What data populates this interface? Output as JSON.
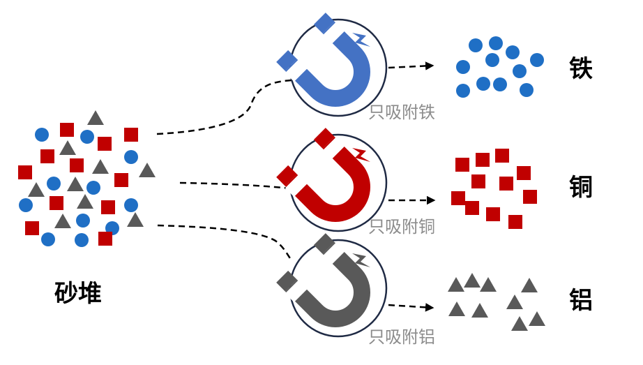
{
  "pile": {
    "label": "砂堆"
  },
  "magnets": [
    {
      "id": "iron",
      "caption": "只吸附铁",
      "output_label": "铁",
      "color": "#4472C4",
      "output_shape": "circle"
    },
    {
      "id": "copper",
      "caption": "只吸附铜",
      "output_label": "铜",
      "color": "#C00000",
      "output_shape": "square"
    },
    {
      "id": "aluminum",
      "caption": "只吸附铝",
      "output_label": "铝",
      "color": "#595959",
      "output_shape": "triangle"
    }
  ],
  "colors": {
    "iron": "#1F6FC5",
    "copper": "#C00000",
    "aluminum": "#595959",
    "ring": "#1F2A44",
    "dash": "#000000"
  },
  "icons": {
    "magnet": "magnet-icon"
  }
}
